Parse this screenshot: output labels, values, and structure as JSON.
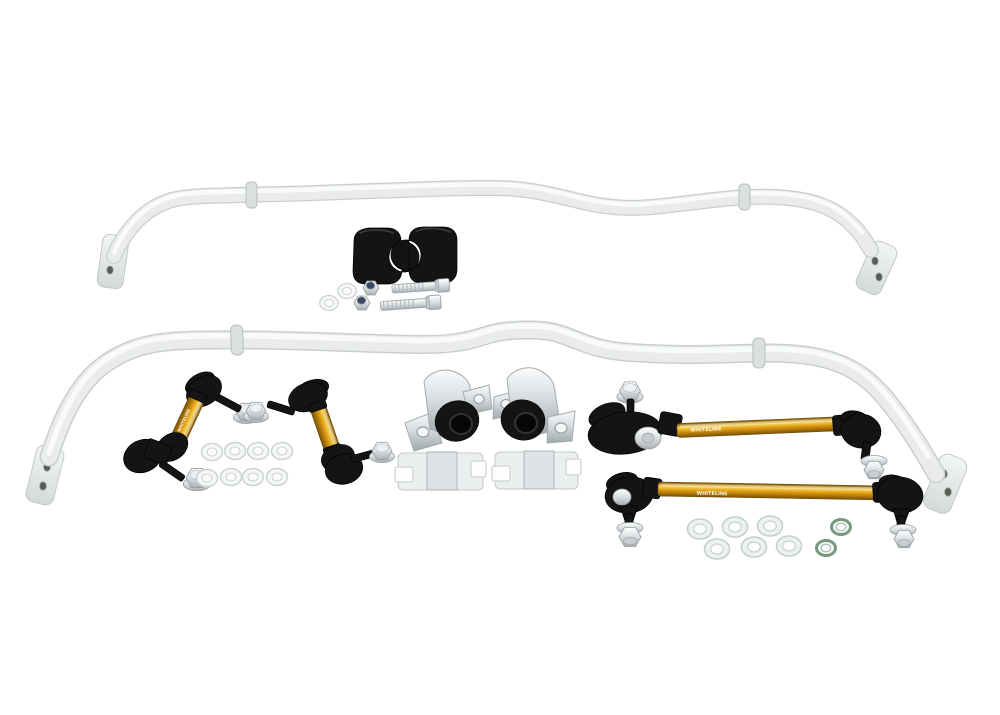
{
  "image": {
    "background": "#ffffff",
    "alt": "Front and rear sway bar kit with bushings, adjustable end links and fitting hardware on a white background"
  },
  "brand": {
    "print_on_links": "WHITELINE"
  },
  "colors": {
    "background": "#ffffff",
    "bar-edge": "#c9cecf",
    "bar-body": "#e9eceb",
    "bar-highlight": "#fafbfb",
    "paddle-light": "#f3f5f5",
    "paddle-dark": "#d4d9d9",
    "paddle-hole": "#565d57",
    "collar": "#dcdfdf",
    "black-part": "#141414",
    "bore-dark": "#060606",
    "gold-light": "#f8d35c",
    "gold-mid": "#e09c12",
    "gold-dark": "#7a5205",
    "silver-light": "#ffffff",
    "silver-mid": "#d9dee0",
    "silver-dark": "#a9b0b4",
    "zinc-light": "#fafbfc",
    "zinc-dark": "#9fa8ac",
    "washer-fill": "#f5f7f7",
    "washer-edge": "#cdd3d5",
    "washer-green-fill": "#edf2f0",
    "washer-green-edge": "#c3cfc9",
    "spring-washer-rim": "#76997f",
    "nylon-insert": "#3a4663",
    "text-on-gold": "#ffffff"
  },
  "parts": {
    "rear_bar": "rear sway bar",
    "front_bar": "front sway bar",
    "rear_bushings": "rear bushings x2",
    "front_bushing_brackets": "front bushing brackets x2",
    "lock_plates": "lock plates x2",
    "short_end_links": "adjustable end links short x2",
    "long_end_links": "adjustable end links long x2",
    "flat_washers_left": "flat washers x8",
    "flat_washers_right": "flat washers x6",
    "spring_washers": "spring washers x2",
    "lock_nuts": "lock nuts x2",
    "bolts": "bolts x2"
  }
}
